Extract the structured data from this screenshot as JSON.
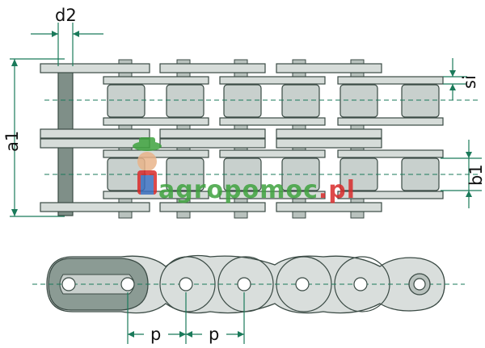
{
  "diagram": {
    "labels": {
      "d2": "d2",
      "a1": "a1",
      "si": "si",
      "b1": "b1",
      "pitch_left": "p",
      "pitch_right": "p"
    },
    "watermark": {
      "text_a": "agro",
      "text_b": "pomoc",
      "text_c": ".pl"
    },
    "colors": {
      "plate_fill": "#d6dcd9",
      "plate_stroke": "#3a4a44",
      "dark_pin": "#7f8f88",
      "roller_fill": "#c8d0cd",
      "centerline": "#1a7a5a",
      "dimension": "#1a7a5a",
      "link_fill": "#d9dedc",
      "watermark_green": "#3fa33f",
      "watermark_red": "#d92b2b"
    }
  }
}
